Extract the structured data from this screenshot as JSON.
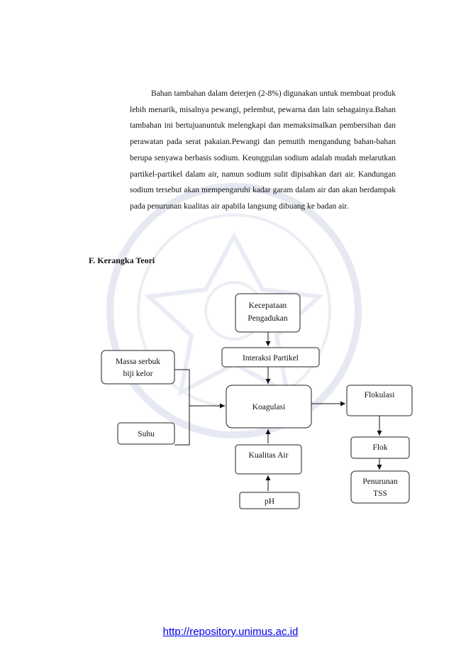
{
  "body_text": "Bahan tambahan dalam deterjen (2-8%) digunakan untuk membuat produk lebih menarik, misalnya pewangi, pelembut, pewarna dan lain sebagainya.Bahan tambahan ini bertujuanuntuk melengkapi dan memaksimalkan pembersihan dan perawatan pada serat pakaian.Pewangi dan pemutih mengandung bahan-bahan berupa senyawa berbasis sodium. Keunggulan sodium adalah mudah melarutkan partikel-partikel dalam air, namun sodium sulit dipisahkan dari air. Kandungan sodium tersebut akan mempengaruhi kadar garam dalam air dan akan berdampak pada penurunan kualitas air apabila langsung dibuang ke badan air.",
  "section_heading": "F. Kerangka Teori",
  "diagram": {
    "nodes": {
      "kecepatan": [
        "Kecepataan",
        "Pengadukan"
      ],
      "interaksi": [
        "Interaksi Partikel"
      ],
      "massa": [
        "Massa serbuk",
        "biji kelor"
      ],
      "suhu": [
        "Suhu"
      ],
      "koagulasi": [
        "Koagulasi"
      ],
      "kualitas": [
        "Kualitas Air"
      ],
      "ph": [
        "pH"
      ],
      "flokulasi": [
        "Flokulasi"
      ],
      "flok": [
        "Flok"
      ],
      "penurunan": [
        "Penurunan",
        "TSS"
      ]
    }
  },
  "footer": {
    "link_text": "http://repository.unimus.ac.id"
  },
  "colors": {
    "link": "#0000ee",
    "watermark": "#e4e8f2"
  }
}
